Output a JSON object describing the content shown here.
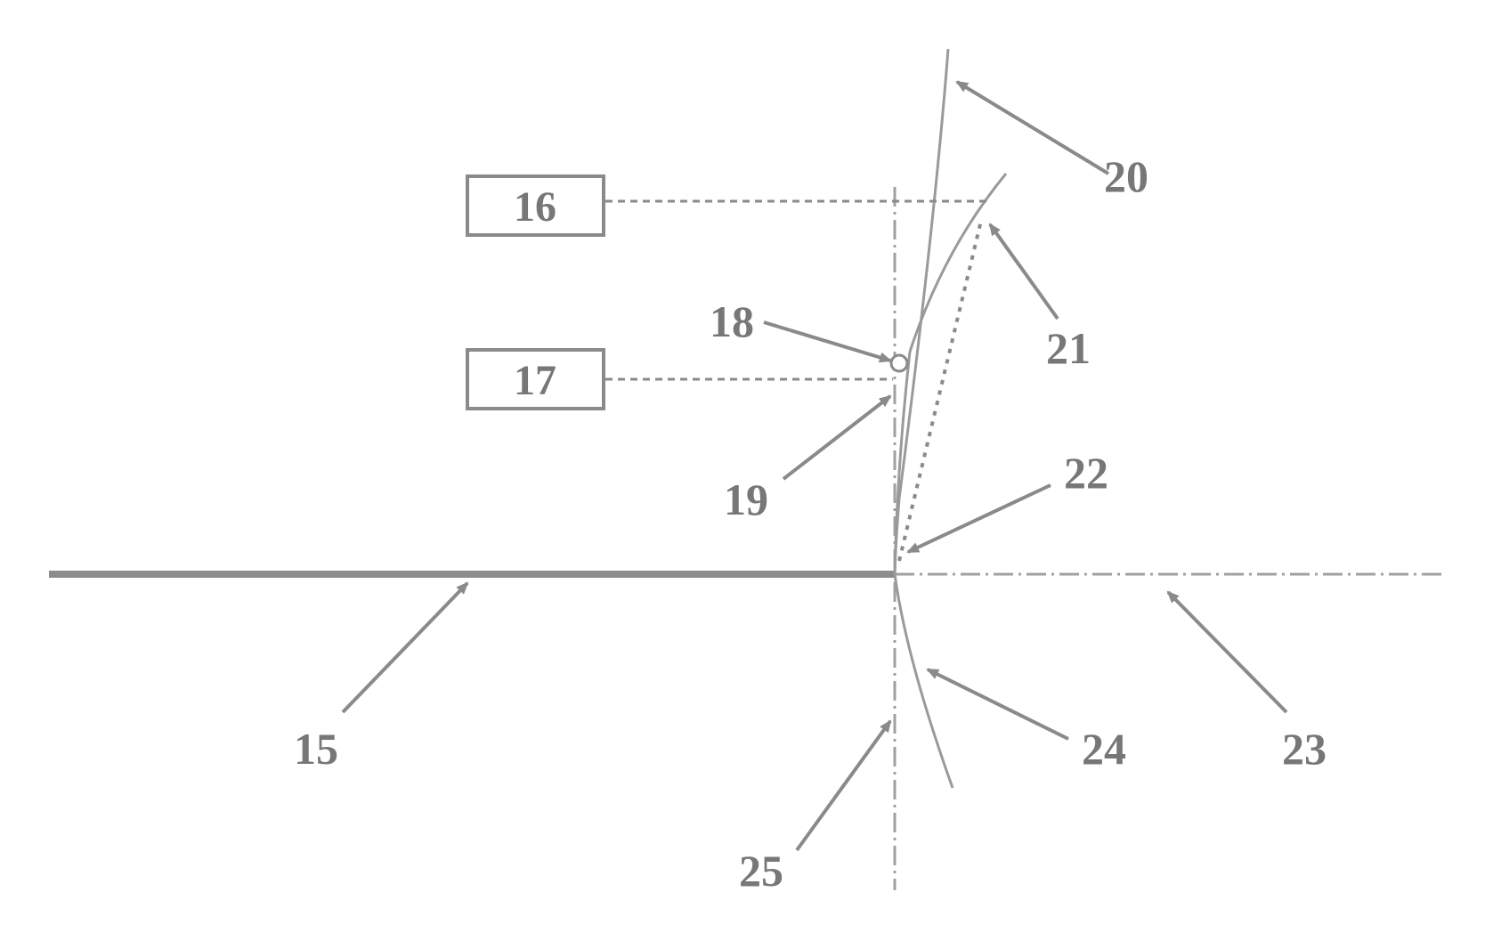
{
  "figure": {
    "boxes": {
      "b16": "16",
      "b17": "17"
    },
    "labels": {
      "l15": "15",
      "l18": "18",
      "l19": "19",
      "l20": "20",
      "l21": "21",
      "l22": "22",
      "l23": "23",
      "l24": "24",
      "l25": "25"
    },
    "colors": {
      "line": "#9a9a9a",
      "thick_line": "#8c8c8c",
      "text": "#777777",
      "background": "#ffffff"
    }
  }
}
